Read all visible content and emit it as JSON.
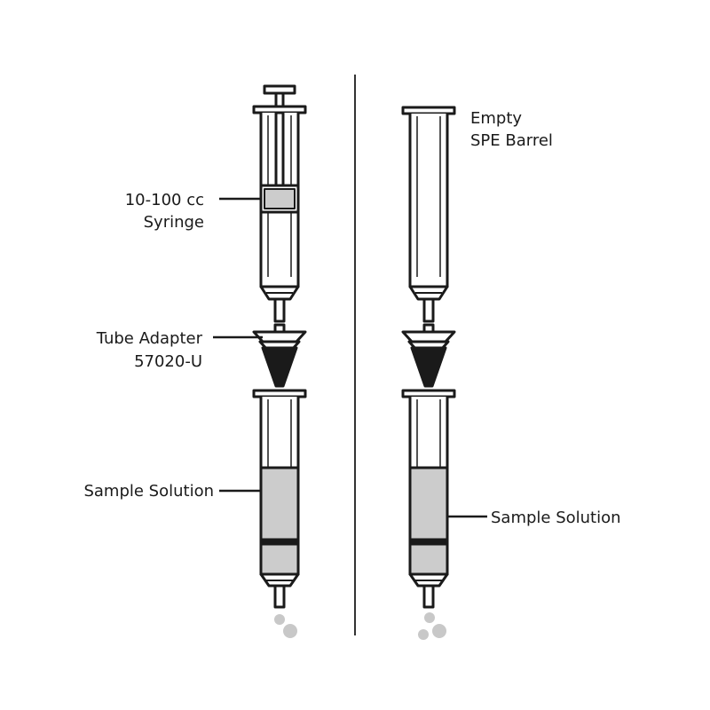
{
  "labels": {
    "syringe_line1": "10-100 cc",
    "syringe_line2": "Syringe",
    "adapter_line1": "Tube Adapter",
    "adapter_line2": "57020-U",
    "sample_left": "Sample Solution",
    "barrel_line1": "Empty",
    "barrel_line2": "SPE Barrel",
    "sample_right": "Sample Solution"
  },
  "colors": {
    "stroke": "#1a1a1a",
    "fill_gray": "#cccccc",
    "droplet": "#c8c8c8",
    "divider": "#333333"
  }
}
